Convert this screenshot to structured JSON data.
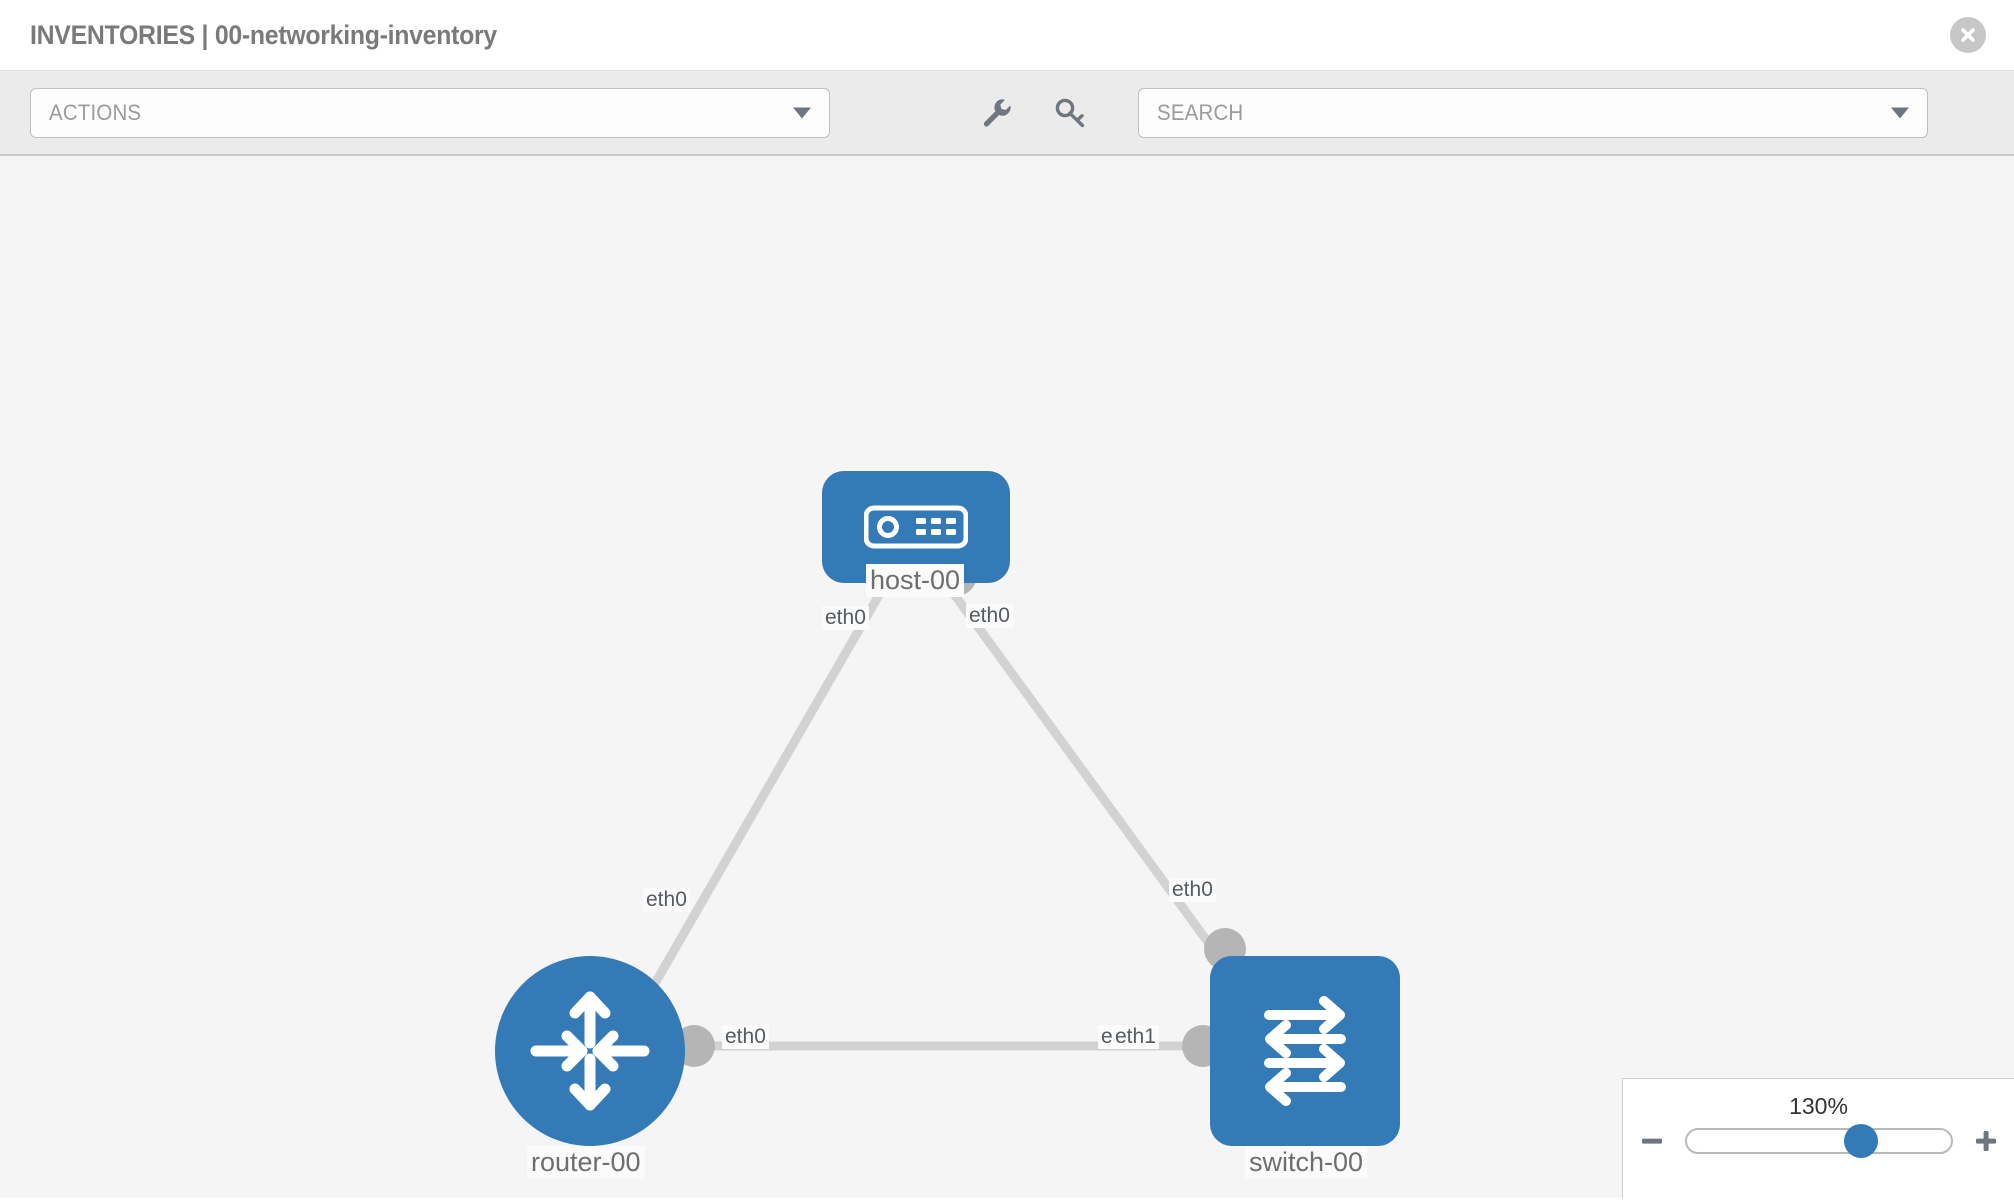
{
  "header": {
    "title": "INVENTORIES | 00-networking-inventory",
    "close_label": "close-icon"
  },
  "toolbar": {
    "actions_label": "ACTIONS",
    "search_placeholder": "SEARCH",
    "wrench_icon": "wrench-icon",
    "key_icon": "key-icon"
  },
  "topology": {
    "nodes": [
      {
        "id": "host-00",
        "label": "host-00",
        "type": "host",
        "shape": "rounded-rect"
      },
      {
        "id": "router-00",
        "label": "router-00",
        "type": "router",
        "shape": "circle"
      },
      {
        "id": "switch-00",
        "label": "switch-00",
        "type": "switch",
        "shape": "rounded-square"
      }
    ],
    "interfaces": {
      "host_left": "eth0",
      "host_right": "eth0",
      "router_up": "eth0",
      "router_right": "eth0",
      "switch_up": "eth0",
      "switch_left_under": "eth0",
      "switch_left": "eth1"
    },
    "node_color": "#337ab7",
    "link_color": "#d2d2d2",
    "port_color": "#b5b5b5"
  },
  "zoom_control": {
    "value": "130%",
    "minus_label": "zoom-out",
    "plus_label": "zoom-in",
    "thumb_position_pct": 66
  }
}
